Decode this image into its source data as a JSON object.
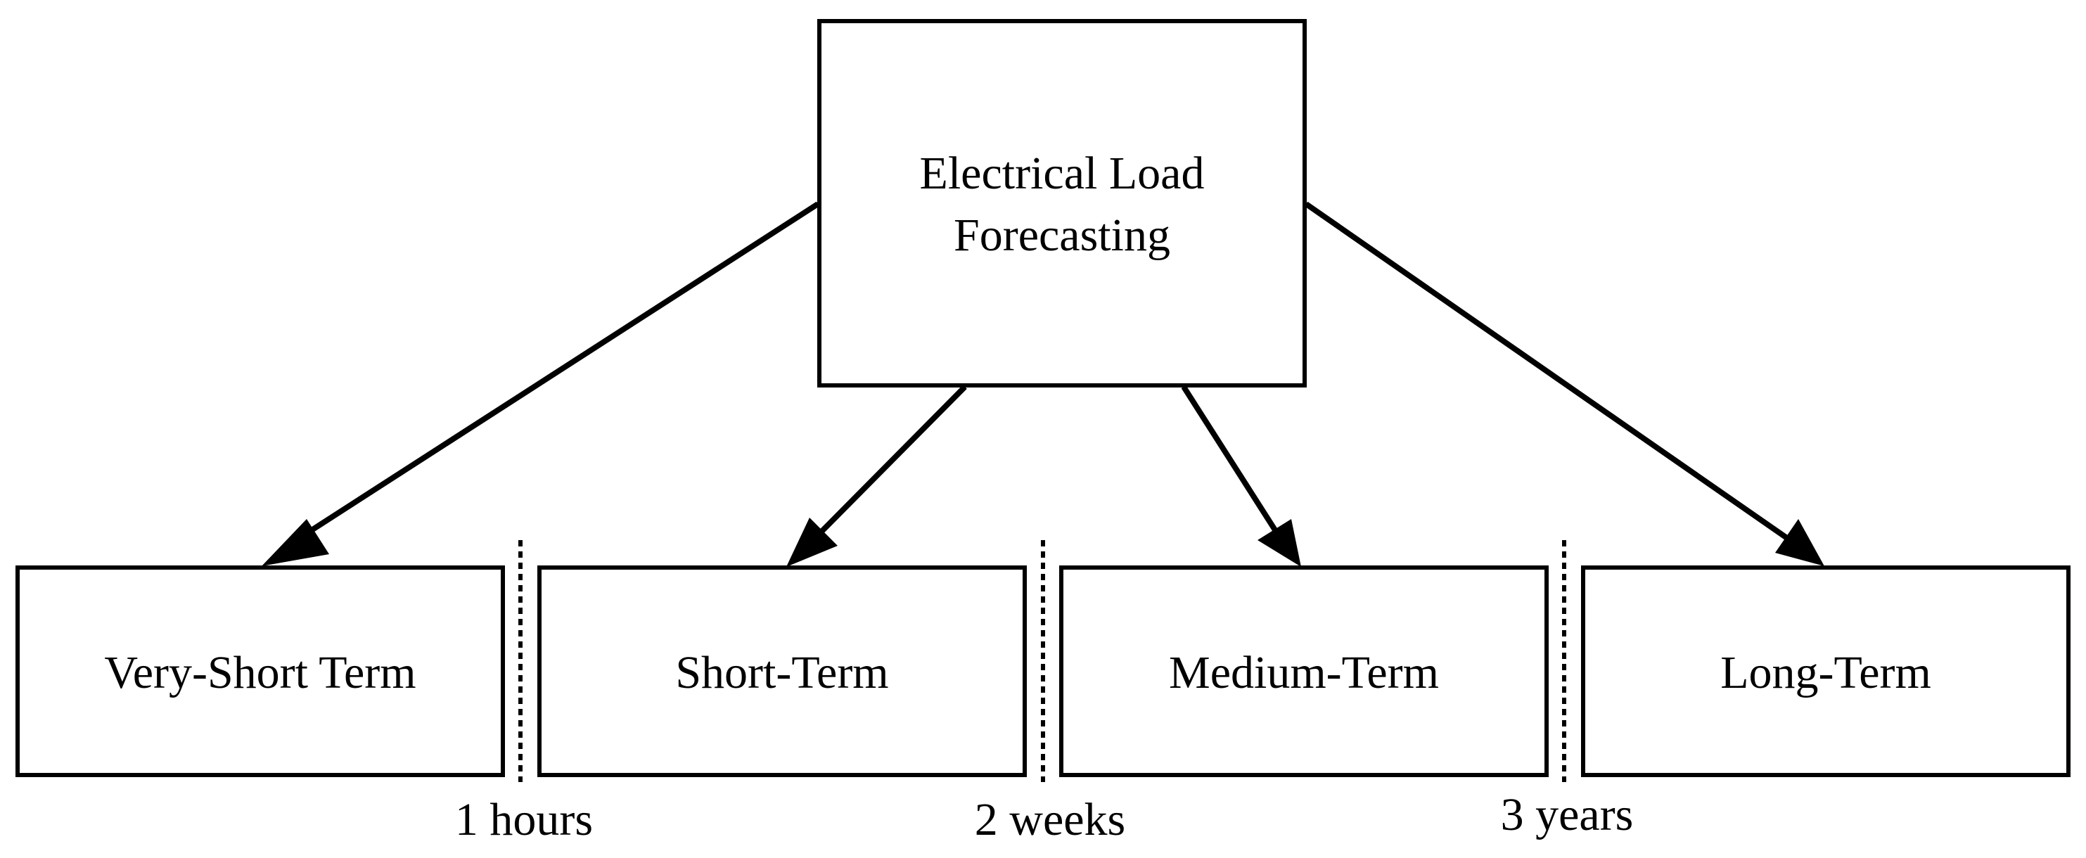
{
  "root": {
    "lines": [
      "Electrical Load",
      "Forecasting"
    ]
  },
  "categories": [
    {
      "label": "Very-Short Term"
    },
    {
      "label": "Short-Term"
    },
    {
      "label": "Medium-Term"
    },
    {
      "label": "Long-Term"
    }
  ],
  "boundaries": [
    {
      "label": "1 hours"
    },
    {
      "label": "2 weeks"
    },
    {
      "label": "3 years"
    }
  ]
}
